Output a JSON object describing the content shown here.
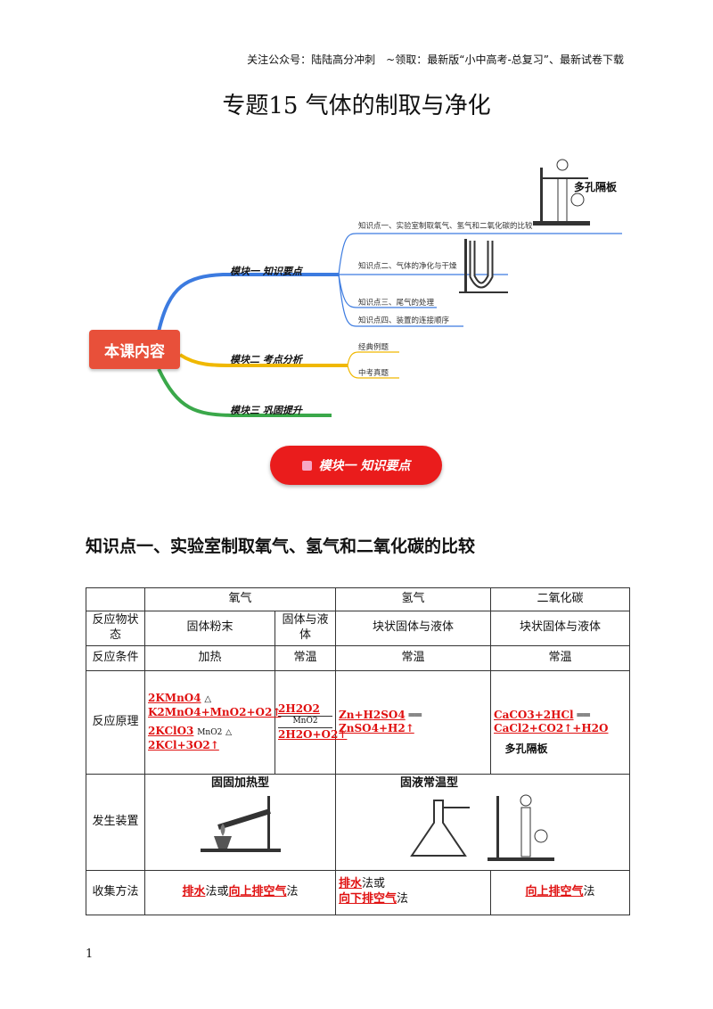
{
  "header_note": "关注公众号：陆陆高分冲刺　~领取：最新版“小中高考-总复习”、最新试卷下载",
  "title": "专题15  气体的制取与净化",
  "mindmap": {
    "center": "本课内容",
    "branches": [
      {
        "label": "模块一  知识要点",
        "color": "#3c7be0",
        "leaves": [
          "知识点一、实验室制取氧气、氢气和二氧化碳的比较",
          "知识点二、气体的净化与干燥",
          "知识点三、尾气的处理",
          "知识点四、装置的连接顺序"
        ]
      },
      {
        "label": "模块二  考点分析",
        "color": "#f0b800",
        "leaves": [
          "经典例题",
          "中考真题"
        ]
      },
      {
        "label": "模块三  巩固提升",
        "color": "#3aa84a",
        "leaves": []
      }
    ],
    "image_label": "多孔隔板"
  },
  "pill": "模块一  知识要点",
  "section_heading": "知识点一、实验室制取氧气、氢气和二氧化碳的比较",
  "table": {
    "headers": [
      "",
      "氧气",
      "氢气",
      "二氧化碳"
    ],
    "state_label": "反应物状态",
    "states": [
      "固体粉末",
      "固体与液体",
      "块状固体与液体",
      "块状固体与液体"
    ],
    "condition_label": "反应条件",
    "conditions": [
      "加热",
      "常温",
      "常温",
      "常温"
    ],
    "principle_label": "反应原理",
    "eq_o2_a_left": "2KMnO4",
    "eq_o2_a_cond": "△",
    "eq_o2_a_right": "K2MnO4+MnO2+O2↑",
    "eq_o2_b_left": "2KClO3",
    "eq_o2_b_cond_top": "MnO2",
    "eq_o2_b_cond_bottom": "△",
    "eq_o2_b_right": "2KCl+3O2↑",
    "eq_o2_c_left": "2H2O2",
    "eq_o2_c_cond": "MnO2",
    "eq_o2_c_right": "2H2O+O2↑",
    "eq_h2_left": "Zn+H2SO4",
    "eq_h2_right": "ZnSO4+H2↑",
    "eq_co2_left": "CaCO3+2HCl",
    "eq_co2_right": "CaCl2+CO2↑+H2O",
    "device_label": "发生装置",
    "device_heat": "固固加热型",
    "device_room": "固液常温型",
    "device_plate": "多孔隔板",
    "collect_label": "收集方法",
    "collect_o2": {
      "r1": "排水",
      "t1": "法或",
      "r2": "向上排空气",
      "t2": "法"
    },
    "collect_h2": {
      "r1": "排水",
      "t1": "法或",
      "r2": "向下排空气",
      "t2": "法"
    },
    "collect_co2": {
      "r1": "向上排空气",
      "t1": "法"
    }
  },
  "page_number": "1"
}
